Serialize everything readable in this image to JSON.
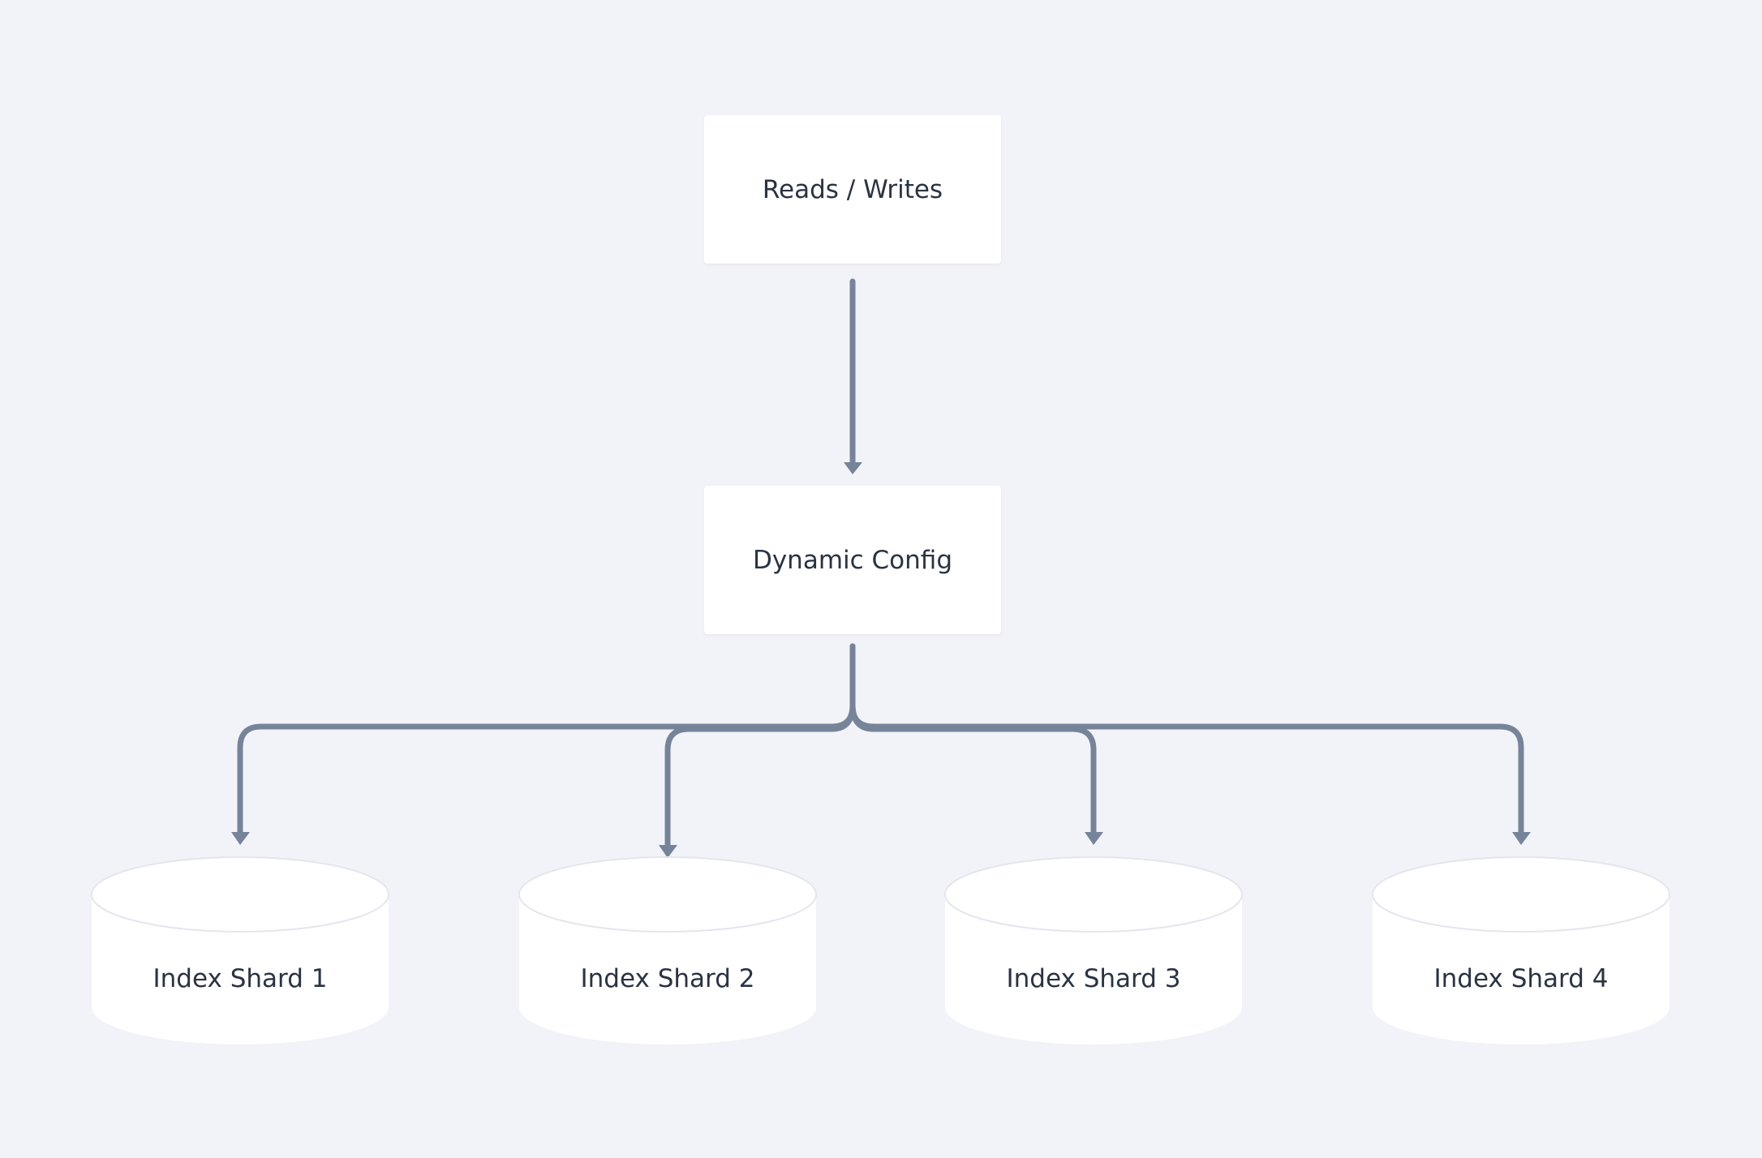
{
  "nodes": {
    "reads_writes": {
      "label": "Reads / Writes"
    },
    "dynamic_config": {
      "label": "Dynamic Config"
    },
    "shards": [
      {
        "label": "Index Shard 1"
      },
      {
        "label": "Index Shard 2"
      },
      {
        "label": "Index Shard 3"
      },
      {
        "label": "Index Shard 4"
      }
    ]
  },
  "edges": [
    {
      "from": "reads_writes",
      "to": "dynamic_config"
    },
    {
      "from": "dynamic_config",
      "to": "shard_1"
    },
    {
      "from": "dynamic_config",
      "to": "shard_2"
    },
    {
      "from": "dynamic_config",
      "to": "shard_3"
    },
    {
      "from": "dynamic_config",
      "to": "shard_4"
    }
  ],
  "colors": {
    "background": "#f2f3f8",
    "node_fill": "#ffffff",
    "node_text": "#2a3342",
    "edge": "#76849a"
  }
}
